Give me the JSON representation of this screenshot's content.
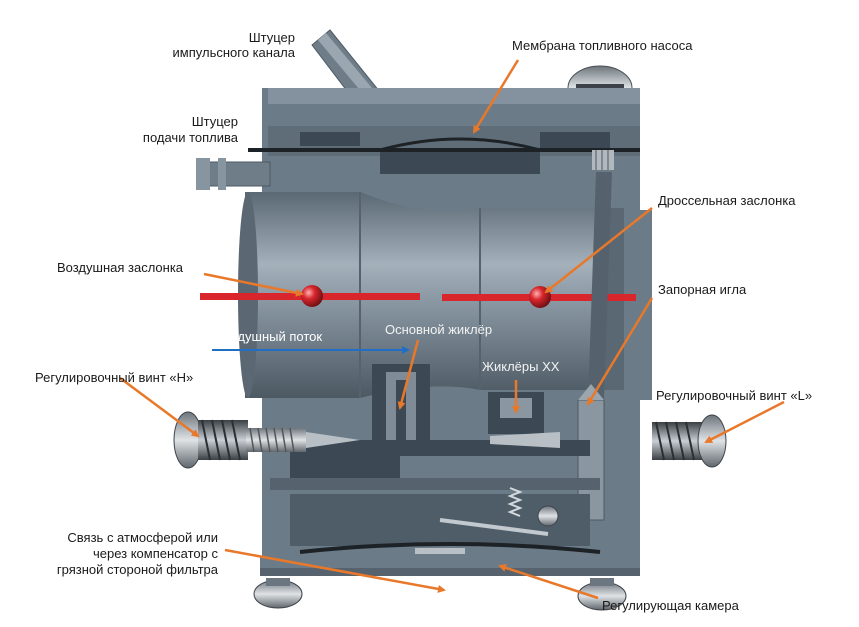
{
  "labels": {
    "pulse_fitting_line1": "Штуцер",
    "pulse_fitting_line2": "импульсного канала",
    "fuel_pump_membrane": "Мембрана топливного насоса",
    "fuel_fitting_line1": "Штуцер",
    "fuel_fitting_line2": "подачи топлива",
    "throttle_valve": "Дроссельная заслонка",
    "choke_valve": "Воздушная заслонка",
    "needle_valve": "Запорная игла",
    "air_flow": "Воздушный поток",
    "main_jet": "Основной жиклёр",
    "idle_jets": "Жиклёры ХХ",
    "adjust_screw_h": "Регулировочный винт «H»",
    "adjust_screw_l": "Регулировочный винт «L»",
    "atmosphere_line1": "Связь с атмосферой или",
    "atmosphere_line2": "через компенсатор с",
    "atmosphere_line3": "грязной стороной фильтра",
    "regulating_chamber": "Регулирующая камера"
  },
  "colors": {
    "arrow": "#e8782a",
    "valve": "#d8262c",
    "flow_arrow": "#1f6fc4",
    "body": "#6c7b88",
    "body_dark": "#4f5d69",
    "channel": "#3c4853"
  }
}
